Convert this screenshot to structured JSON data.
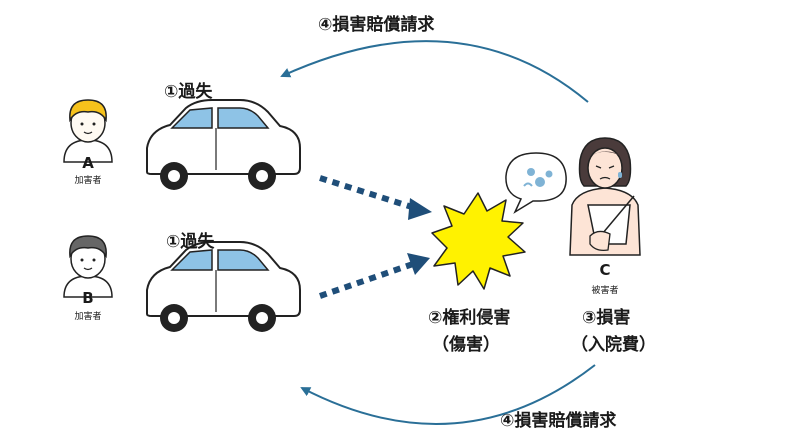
{
  "labels": {
    "claim_top": "④損害賠償請求",
    "claim_bottom": "④損害賠償請求",
    "negligence_a": "①過失",
    "negligence_b": "①過失",
    "infringement": "②権利侵害",
    "injury": "（傷害）",
    "damage": "③損害",
    "hospital": "（入院費）"
  },
  "people": {
    "a_letter": "A",
    "a_role": "加害者",
    "b_letter": "B",
    "b_role": "加害者",
    "c_letter": "C",
    "c_role": "被害者"
  },
  "colors": {
    "arrow": "#2a6f97",
    "dotted_arrow": "#1f4e79",
    "car_window": "#8ec3e6",
    "burst": "#fff200",
    "hair_a": "#f6c21c",
    "hair_b": "#666666",
    "hair_c": "#4a3b3b",
    "skin": "#fde4d6",
    "bubble_symbol": "#7fb3d5"
  }
}
